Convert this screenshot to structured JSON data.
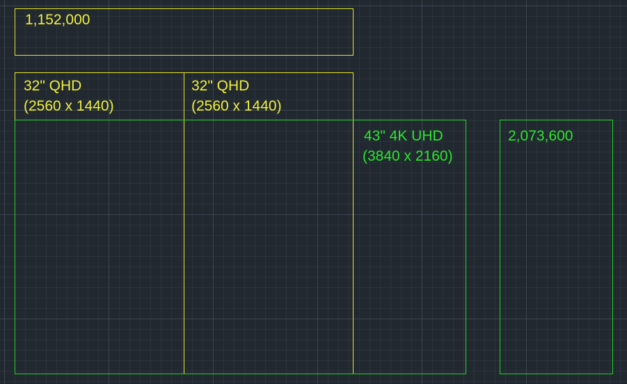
{
  "drawing": {
    "top_box_label": "1,152,000",
    "left_qhd": {
      "line1": "32\" QHD",
      "line2": "(2560 x 1440)"
    },
    "right_qhd": {
      "line1": "32\" QHD",
      "line2": "(2560 x 1440)"
    },
    "uhd": {
      "line1": "43\" 4K UHD",
      "line2": "(3840 x 2160)"
    },
    "right_box_label": "2,073,600",
    "colors": {
      "background": "#212830",
      "yellow": "#e8e82a",
      "green": "#1ed81e"
    }
  }
}
